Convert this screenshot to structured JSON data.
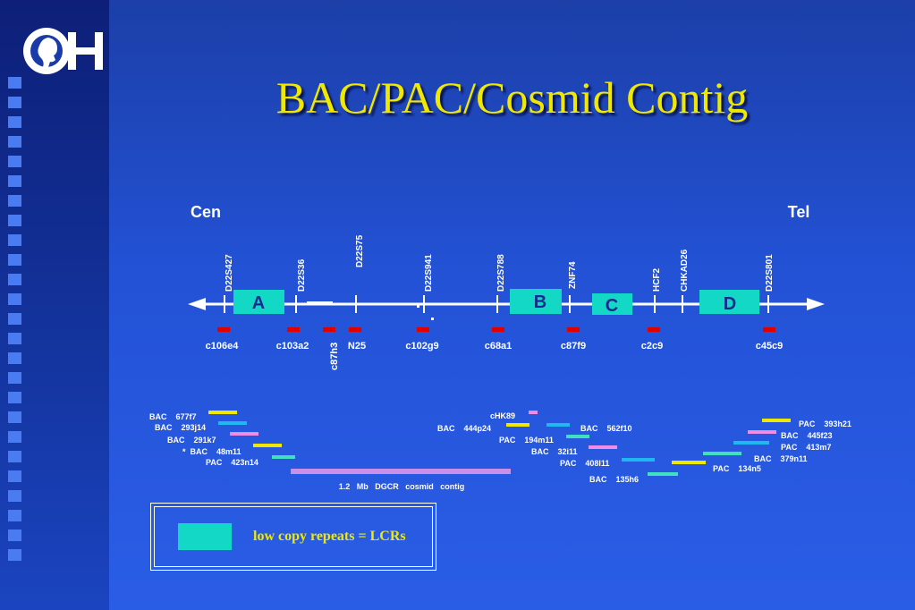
{
  "title": "BAC/PAC/Cosmid Contig",
  "logo_text": "CH",
  "colors": {
    "title": "#f0e800",
    "lcr": "#14d8c6",
    "red_marker": "#e00000",
    "yellow": "#f0e800",
    "cyan": "#1fb8f0",
    "pink": "#f08ce8",
    "aqua": "#40e0c0",
    "lavender": "#c890e8"
  },
  "diagram": {
    "cen_label": "Cen",
    "tel_label": "Tel",
    "markers": [
      "D22S427",
      "D22S36",
      "D22S75",
      "D22S941",
      "D22S788",
      "ZNF74",
      "HCF2",
      "CHKAD26",
      "D22S801"
    ],
    "lcr_blocks": [
      "A",
      "B",
      "C",
      "D"
    ],
    "cosmids": [
      "c106e4",
      "c103a2",
      "c87h3",
      "N25",
      "c102g9",
      "c68a1",
      "c87f9",
      "c2c9",
      "c45c9"
    ],
    "contig_label": "1.2   Mb   DGCR   cosmid   contig",
    "clones": [
      "BAC    677f7",
      "BAC    293j14",
      "BAC    291k7",
      "*  BAC    48m11",
      "PAC    423n14",
      "cHK89",
      "BAC    444p24",
      "BAC    562f10",
      "PAC    194m11",
      "BAC    32i11",
      "PAC    408l11",
      "BAC    135h6",
      "PAC    134n5",
      "BAC    379n11",
      "PAC    413m7",
      "BAC    445f23",
      "PAC    393h21"
    ]
  },
  "legend": {
    "label": "low copy repeats = LCRs"
  }
}
